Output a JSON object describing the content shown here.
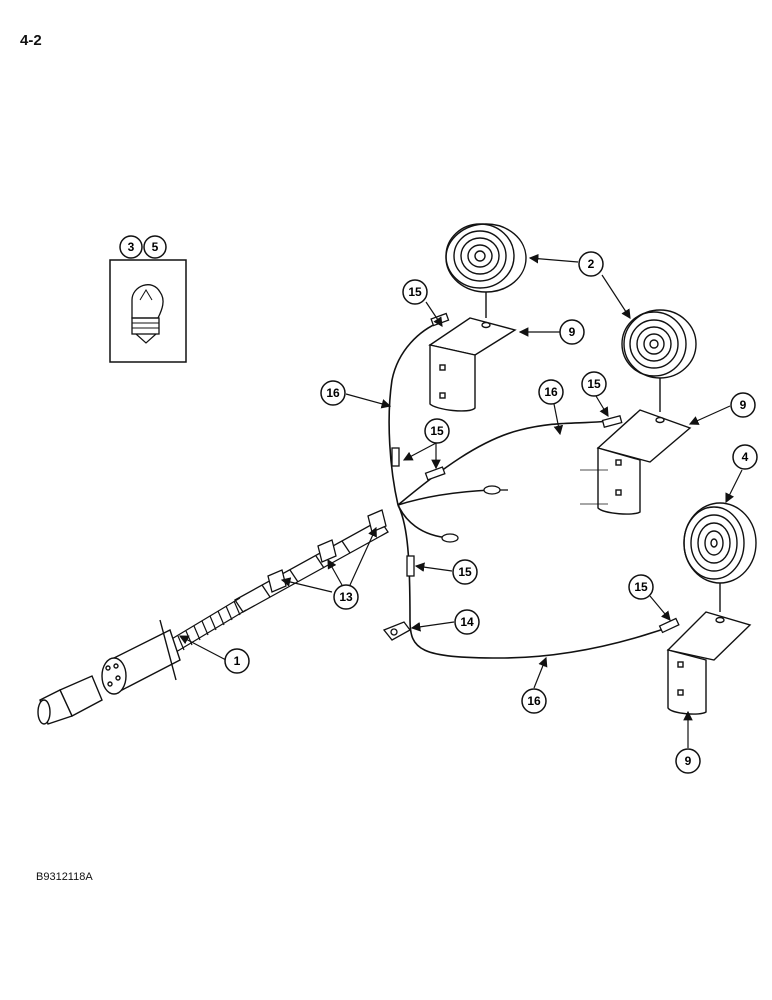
{
  "page_number": "4-2",
  "figure_code": "B9312118A",
  "bulb_callouts": [
    "3",
    "5"
  ],
  "callouts": [
    "2",
    "15",
    "9",
    "16",
    "15",
    "9",
    "15",
    "16",
    "4",
    "15",
    "13",
    "15",
    "14",
    "1",
    "16",
    "9"
  ]
}
